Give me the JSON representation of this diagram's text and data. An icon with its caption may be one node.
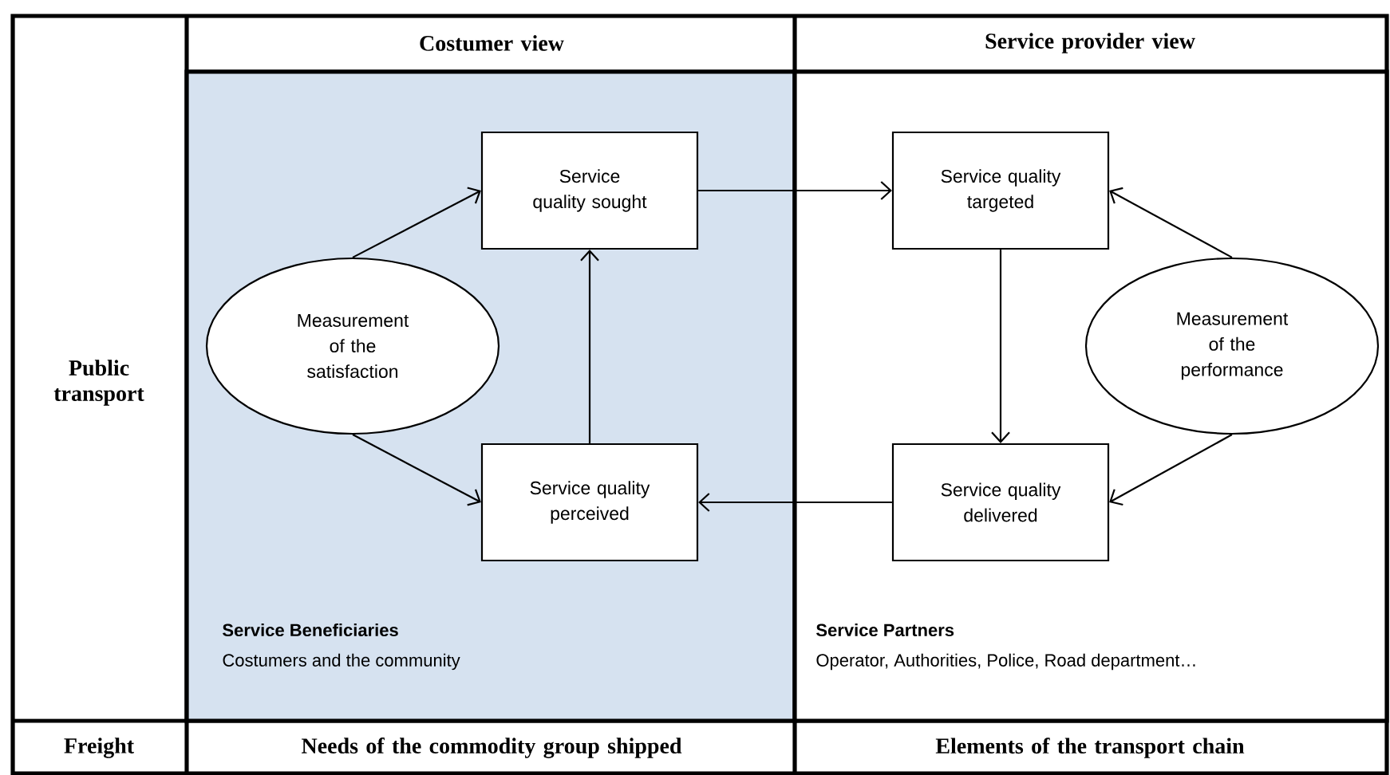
{
  "diagram": {
    "nodes": [
      {
        "text": [
          "Service Beneficiaries",
          "Costumers and the community"
        ]
      },
      {
        "text": [
          "Measurement of the satisfaction"
        ],
        "in": 0
      },
      {
        "text": [
          "Service quality sought"
        ],
        "in": 0
      },
      {
        "text": [
          "Service quality perceived"
        ],
        "in": 0
      },
      {
        "text": [
          "Service Partners",
          "Operator, Authorities, Police, Road department…"
        ]
      },
      {
        "text": [
          "Service quality targeted"
        ],
        "in": 4
      },
      {
        "text": [
          "Service quality delivered"
        ],
        "in": 4
      },
      {
        "text": [
          "Measurement of the performance"
        ],
        "in": 4
      }
    ],
    "edges": [
      {
        "from": 1,
        "to": 2,
        "arrow": "to"
      },
      {
        "from": 1,
        "to": 3,
        "arrow": "to"
      },
      {
        "from": 3,
        "to": 2,
        "arrow": "to"
      },
      {
        "from": 2,
        "to": 5,
        "arrow": "to"
      },
      {
        "from": 5,
        "to": 6,
        "arrow": "to"
      },
      {
        "from": 7,
        "to": 5,
        "arrow": "to"
      },
      {
        "from": 7,
        "to": 6,
        "arrow": "to"
      },
      {
        "from": 6,
        "to": 3,
        "arrow": "to"
      }
    ],
    "labels": [
      "Costumer view",
      "Service provider view",
      "Public transport",
      "Freight",
      "Needs of the commodity group shipped",
      "Elements of the transport chain"
    ]
  }
}
